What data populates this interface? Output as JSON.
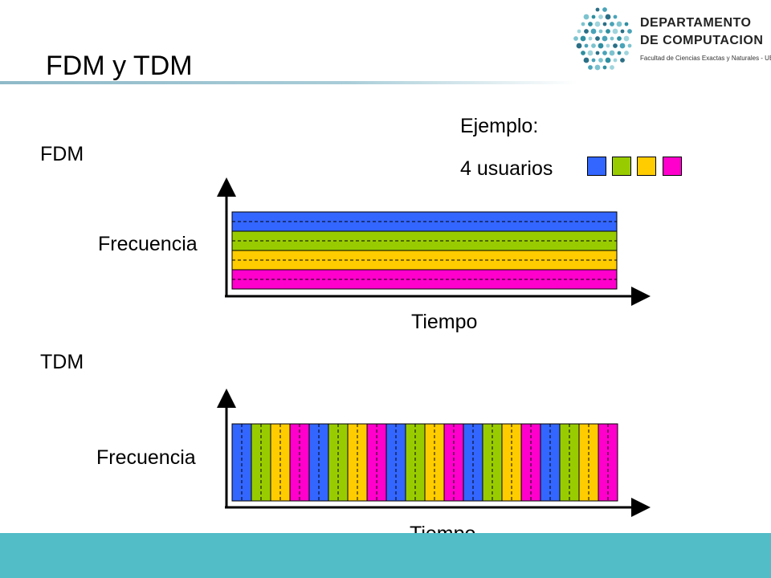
{
  "slide": {
    "title": "FDM y TDM"
  },
  "logo": {
    "line1": "DEPARTAMENTO",
    "line2": "DE COMPUTACION",
    "line3": "Facultad de Ciencias Exactas y Naturales - UBA"
  },
  "example": {
    "heading": "Ejemplo:",
    "users_label": "4 usuarios",
    "user_colors": [
      "#3366ff",
      "#99cc00",
      "#ffcc00",
      "#ff00cc"
    ]
  },
  "fdm": {
    "label": "FDM",
    "y_axis_label": "Frecuencia",
    "x_axis_label": "Tiempo",
    "band_order": [
      0,
      1,
      2,
      3
    ]
  },
  "tdm": {
    "label": "TDM",
    "y_axis_label": "Frecuencia",
    "x_axis_label": "Tiempo",
    "slot_cycles": 5,
    "slot_order": [
      0,
      1,
      2,
      3
    ]
  },
  "footer": {
    "band_color": "#52bcc7"
  }
}
